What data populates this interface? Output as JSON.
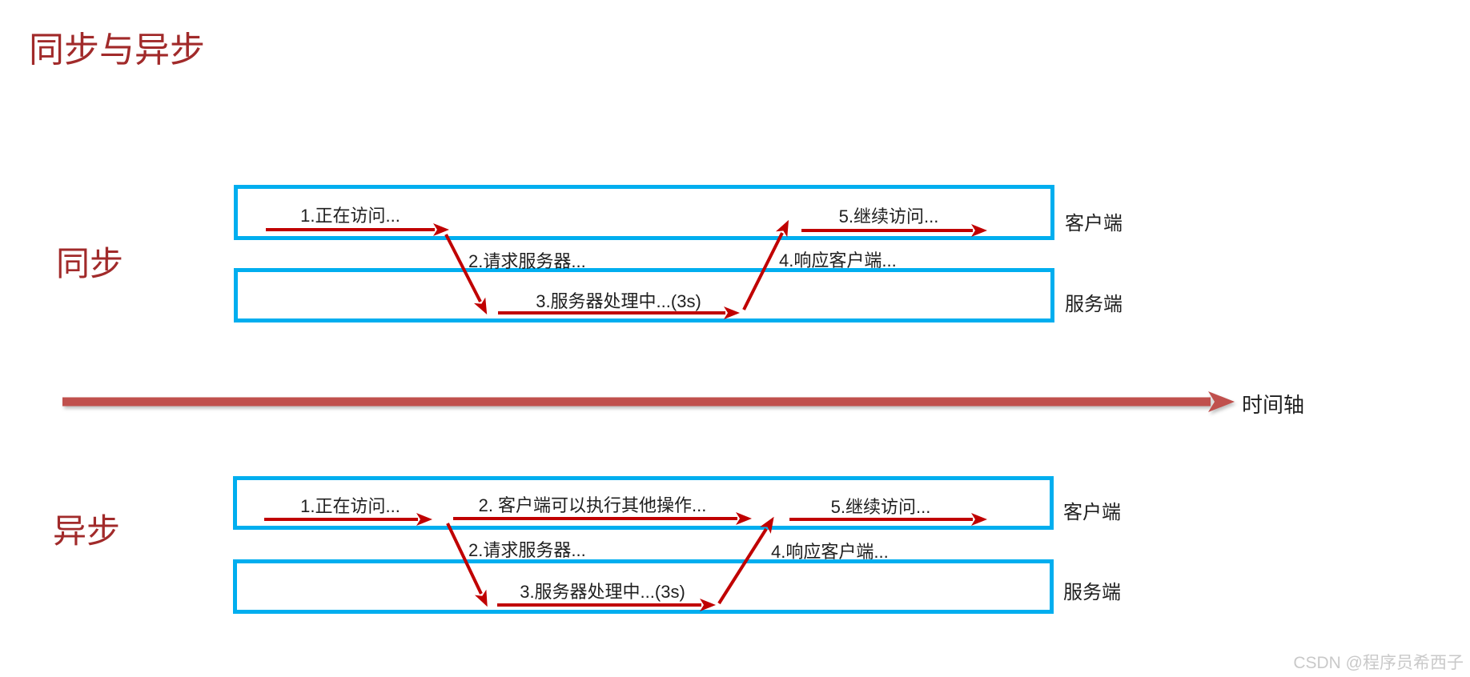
{
  "page": {
    "title": "同步与异步",
    "watermark": "CSDN @程序员希西子"
  },
  "colors": {
    "title_red": "#A12A2A",
    "arrow_red": "#C00000",
    "box_blue": "#00AEEF",
    "timeline_red": "#C0504D",
    "text_dark": "#1F1F1F",
    "watermark_gray": "#C9C9C9"
  },
  "timeline": {
    "label": "时间轴"
  },
  "sync": {
    "section_label": "同步",
    "client_label": "客户端",
    "server_label": "服务端",
    "steps": {
      "step1": "1.正在访问...",
      "step2": "2.请求服务器...",
      "step3": "3.服务器处理中...(3s)",
      "step4": "4.响应客户端...",
      "step5": "5.继续访问..."
    }
  },
  "async": {
    "section_label": "异步",
    "client_label": "客户端",
    "server_label": "服务端",
    "steps": {
      "step1": "1.正在访问...",
      "step2_other": "2. 客户端可以执行其他操作...",
      "step2": "2.请求服务器...",
      "step3": "3.服务器处理中...(3s)",
      "step4": "4.响应客户端...",
      "step5": "5.继续访问..."
    }
  }
}
